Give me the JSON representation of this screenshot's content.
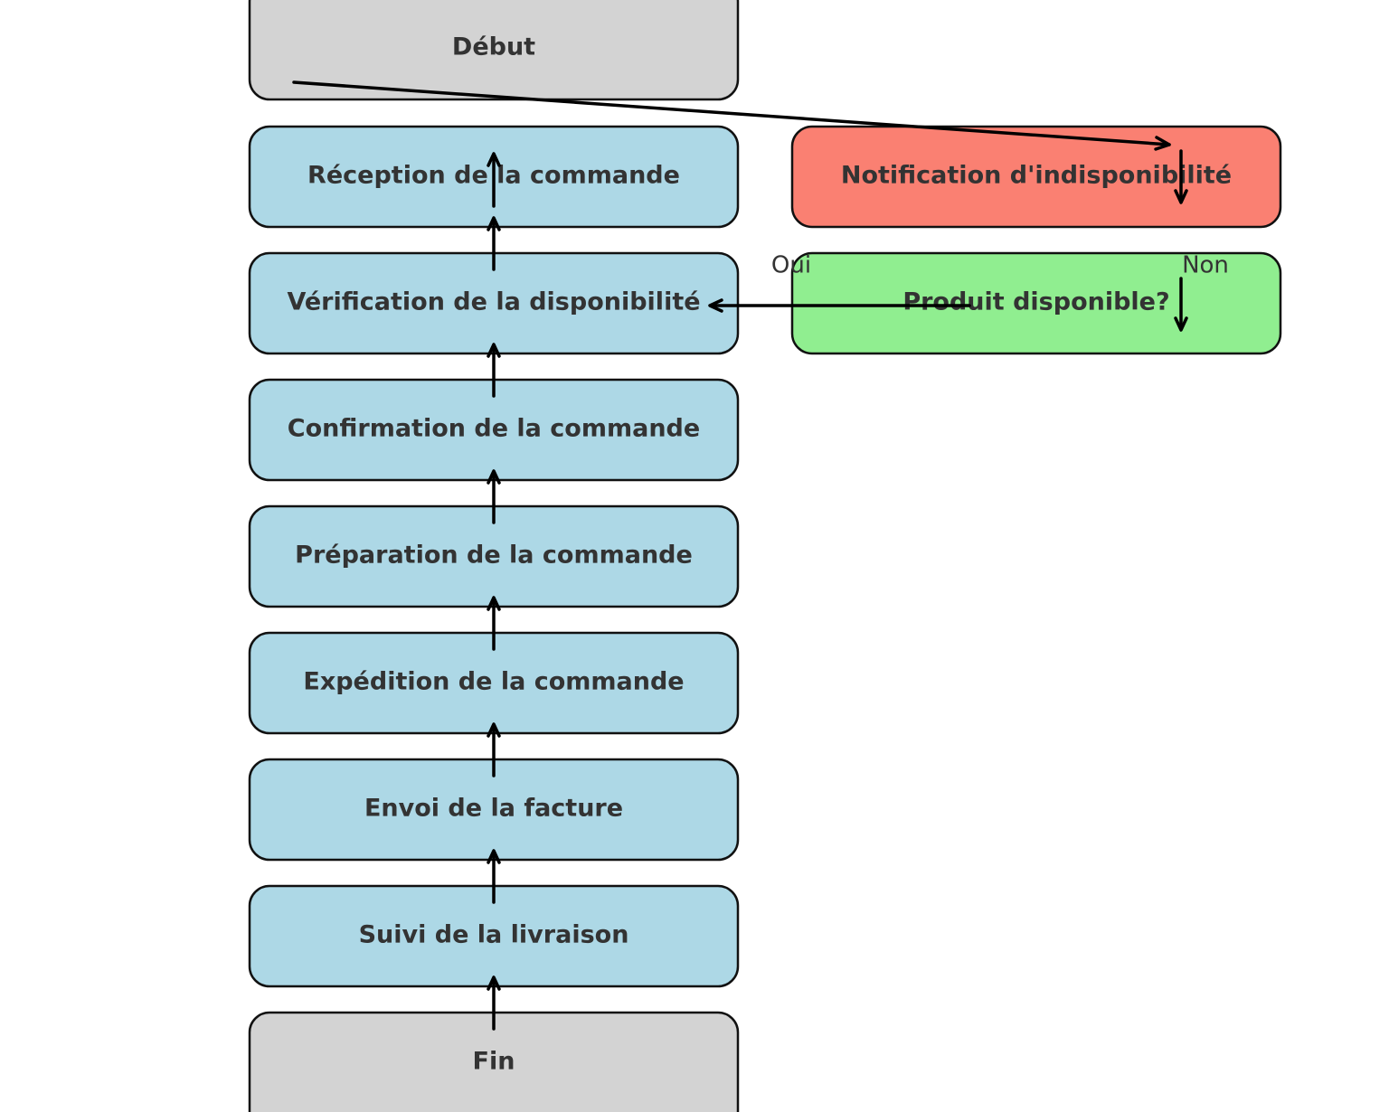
{
  "diagram": {
    "nodes": {
      "debut": {
        "label": "Début",
        "color": "#d3d3d3"
      },
      "reception": {
        "label": "Réception de la commande",
        "color": "#add8e6"
      },
      "verification": {
        "label": "Vérification de la disponibilité",
        "color": "#add8e6"
      },
      "confirmation": {
        "label": "Confirmation de la commande",
        "color": "#add8e6"
      },
      "preparation": {
        "label": "Préparation de la commande",
        "color": "#add8e6"
      },
      "expedition": {
        "label": "Expédition de la commande",
        "color": "#add8e6"
      },
      "facture": {
        "label": "Envoi de la facture",
        "color": "#add8e6"
      },
      "suivi": {
        "label": "Suivi de la livraison",
        "color": "#add8e6"
      },
      "fin": {
        "label": "Fin",
        "color": "#d3d3d3"
      },
      "notification": {
        "label": "Notification d'indisponibilité",
        "color": "#fa8072"
      },
      "decision": {
        "label": "Produit disponible?",
        "color": "#90ee90"
      }
    },
    "edge_labels": {
      "oui": "Oui",
      "non": "Non"
    }
  }
}
